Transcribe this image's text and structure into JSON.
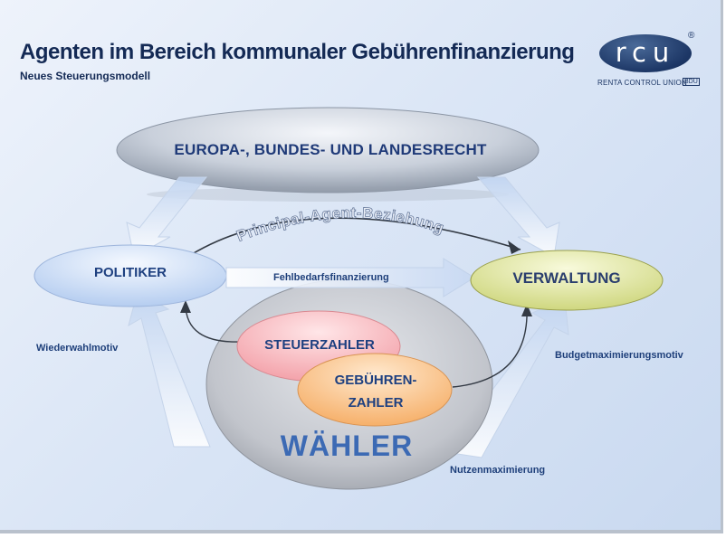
{
  "header": {
    "title": "Agenten im Bereich kommunaler Gebührenfinanzierung",
    "subtitle": "Neues Steuerungsmodell"
  },
  "logo": {
    "letters": "rcu",
    "registered": "®",
    "company": "RENTA CONTROL UNION",
    "badge": "BDU"
  },
  "diagram": {
    "law": "EUROPA-, BUNDES- UND LANDESRECHT",
    "politician": "POLITIKER",
    "administration": "VERWALTUNG",
    "principal_agent": "Principal-Agent-Beziehung",
    "deficit_financing": "Fehlbedarfsfinanzierung",
    "reelection_motive": "Wiederwahlmotiv",
    "budget_motive": "Budgetmaximierungsmotiv",
    "utility_max": "Nutzenmaximierung",
    "taxpayers": "STEUERZAHLER",
    "fee_payers_line1": "GEBÜHREN-",
    "fee_payers_line2": "ZAHLER",
    "voters": "WÄHLER"
  },
  "colors": {
    "title": "#142a55",
    "politician_oval": "#cfe0f7",
    "administration_oval": "#e6ebab",
    "taxpayers_oval": "#f6b6bc",
    "fee_payers_oval": "#f8c48f",
    "voters_circle": "#c9ccd2",
    "law_oval": "#c0c7d2"
  }
}
